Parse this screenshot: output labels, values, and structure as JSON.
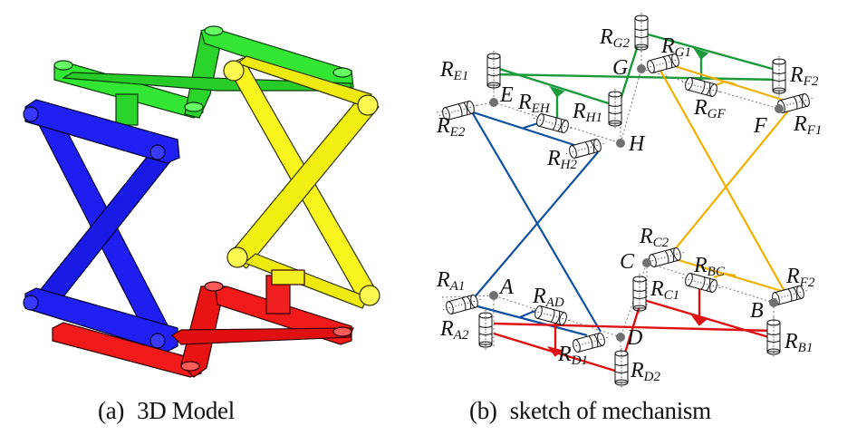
{
  "figure": {
    "panels": [
      {
        "id": "a",
        "caption_tag": "(a)",
        "caption_text": "3D Model",
        "parts": [
          {
            "name": "top-platform",
            "color": "#22dd22"
          },
          {
            "name": "left-scissor",
            "color": "#1a1aee"
          },
          {
            "name": "right-scissor",
            "color": "#f5f21a"
          },
          {
            "name": "bottom-platform",
            "color": "#ee1111"
          }
        ]
      },
      {
        "id": "b",
        "caption_tag": "(b)",
        "caption_text": "sketch of mechanism",
        "link_colors": {
          "top": "#1a9a3a",
          "left": "#1050a0",
          "right": "#f0b000",
          "bottom": "#dd1111"
        },
        "points": [
          {
            "id": "E",
            "label": "E"
          },
          {
            "id": "F",
            "label": "F"
          },
          {
            "id": "G",
            "label": "G"
          },
          {
            "id": "H",
            "label": "H"
          },
          {
            "id": "A",
            "label": "A"
          },
          {
            "id": "B",
            "label": "B"
          },
          {
            "id": "C",
            "label": "C"
          },
          {
            "id": "D",
            "label": "D"
          }
        ],
        "joints": [
          {
            "id": "RG2",
            "main": "R",
            "sub": "G2"
          },
          {
            "id": "RG1",
            "main": "R",
            "sub": "G1"
          },
          {
            "id": "RE1",
            "main": "R",
            "sub": "E1"
          },
          {
            "id": "RF2top",
            "main": "R",
            "sub": "F2"
          },
          {
            "id": "REH",
            "main": "R",
            "sub": "EH"
          },
          {
            "id": "RH1",
            "main": "R",
            "sub": "H1"
          },
          {
            "id": "RGF",
            "main": "R",
            "sub": "GF"
          },
          {
            "id": "RF1",
            "main": "R",
            "sub": "F1"
          },
          {
            "id": "RE2",
            "main": "R",
            "sub": "E2"
          },
          {
            "id": "RH2",
            "main": "R",
            "sub": "H2"
          },
          {
            "id": "RC2",
            "main": "R",
            "sub": "C2"
          },
          {
            "id": "RBC",
            "main": "R",
            "sub": "BC"
          },
          {
            "id": "RF2bot",
            "main": "R",
            "sub": "F2"
          },
          {
            "id": "RA1",
            "main": "R",
            "sub": "A1"
          },
          {
            "id": "RAD",
            "main": "R",
            "sub": "AD"
          },
          {
            "id": "RC1",
            "main": "R",
            "sub": "C1"
          },
          {
            "id": "RA2",
            "main": "R",
            "sub": "A2"
          },
          {
            "id": "RD1",
            "main": "R",
            "sub": "D1"
          },
          {
            "id": "RB1",
            "main": "R",
            "sub": "B1"
          },
          {
            "id": "RD2",
            "main": "R",
            "sub": "D2"
          }
        ]
      }
    ]
  }
}
